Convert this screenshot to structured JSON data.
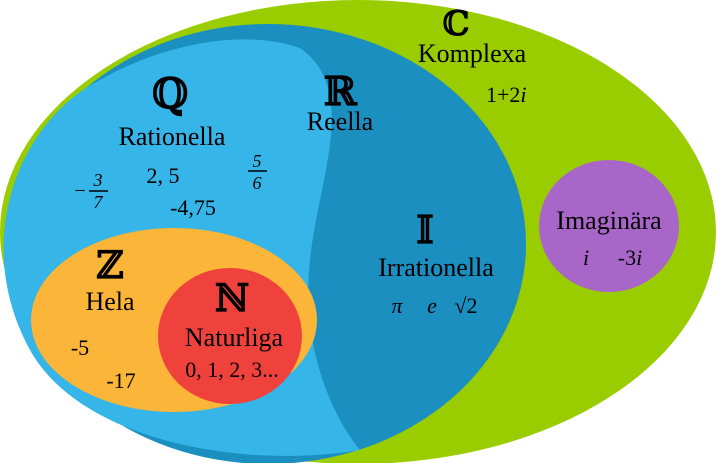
{
  "sets": {
    "complex": {
      "symbol": "ℂ",
      "label": "Komplexa",
      "examples": [
        "1+2i"
      ],
      "color": "#9acd00"
    },
    "real": {
      "symbol": "ℝ",
      "label": "Reella",
      "color": "#1a8fc0"
    },
    "rational": {
      "symbol": "ℚ",
      "label": "Rationella",
      "examples": [
        "2, 5",
        "-4,75"
      ],
      "fraction_neg": {
        "sign": "−",
        "num": "3",
        "den": "7"
      },
      "fraction_pos": {
        "num": "5",
        "den": "6"
      },
      "color": "#35b5e8"
    },
    "irrational": {
      "symbol": "𝕀",
      "label": "Irrationella",
      "examples": [
        "π",
        "e",
        "√2"
      ],
      "color": "#1a8fc0"
    },
    "integers": {
      "symbol": "ℤ",
      "label": "Hela",
      "examples": [
        "-5",
        "-17"
      ],
      "color": "#fbb538"
    },
    "natural": {
      "symbol": "ℕ",
      "label": "Naturliga",
      "examples": [
        "0, 1, 2, 3..."
      ],
      "color": "#f0423c"
    },
    "imaginary": {
      "label": "Imaginära",
      "examples": [
        "i",
        "-3i"
      ],
      "color": "#a866c8"
    }
  }
}
